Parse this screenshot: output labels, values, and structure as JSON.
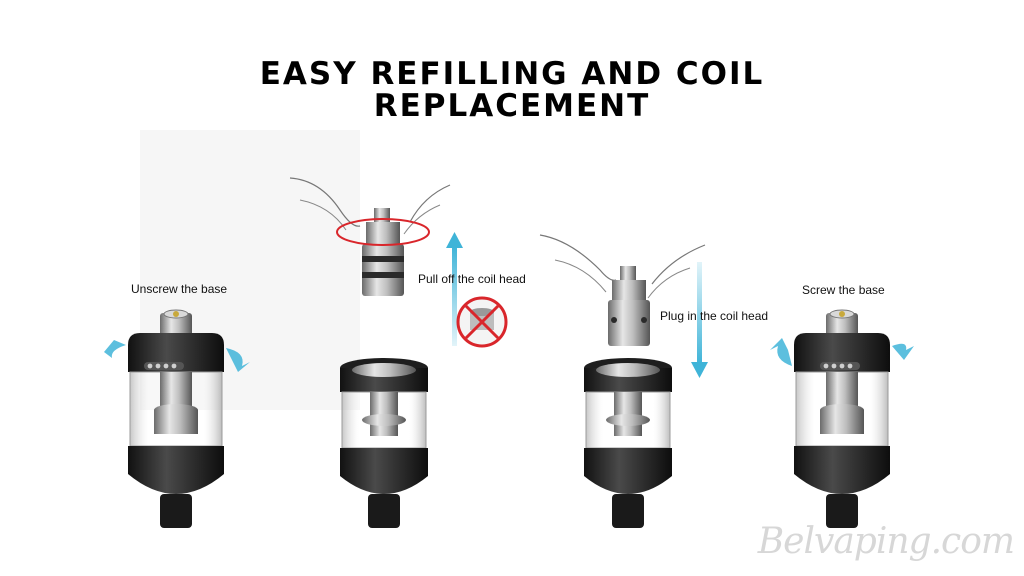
{
  "title": {
    "line1": "EASY REFILLING AND COIL",
    "line2": "REPLACEMENT"
  },
  "steps": [
    {
      "label": "Unscrew the base",
      "icon": "rotate-arrows-icon"
    },
    {
      "label": "Pull off the coil head",
      "icon": "up-arrow-icon"
    },
    {
      "label": "Plug in the coil head",
      "icon": "down-arrow-icon"
    },
    {
      "label": "Screw the base",
      "icon": "rotate-arrows-icon"
    }
  ],
  "prohibited_icon": "no-pull-base-icon",
  "watermark": "Belvaping.com",
  "colors": {
    "accent": "#3fb4d8",
    "warning_red": "#d9262b",
    "tank_dark": "#2a2a2a"
  }
}
